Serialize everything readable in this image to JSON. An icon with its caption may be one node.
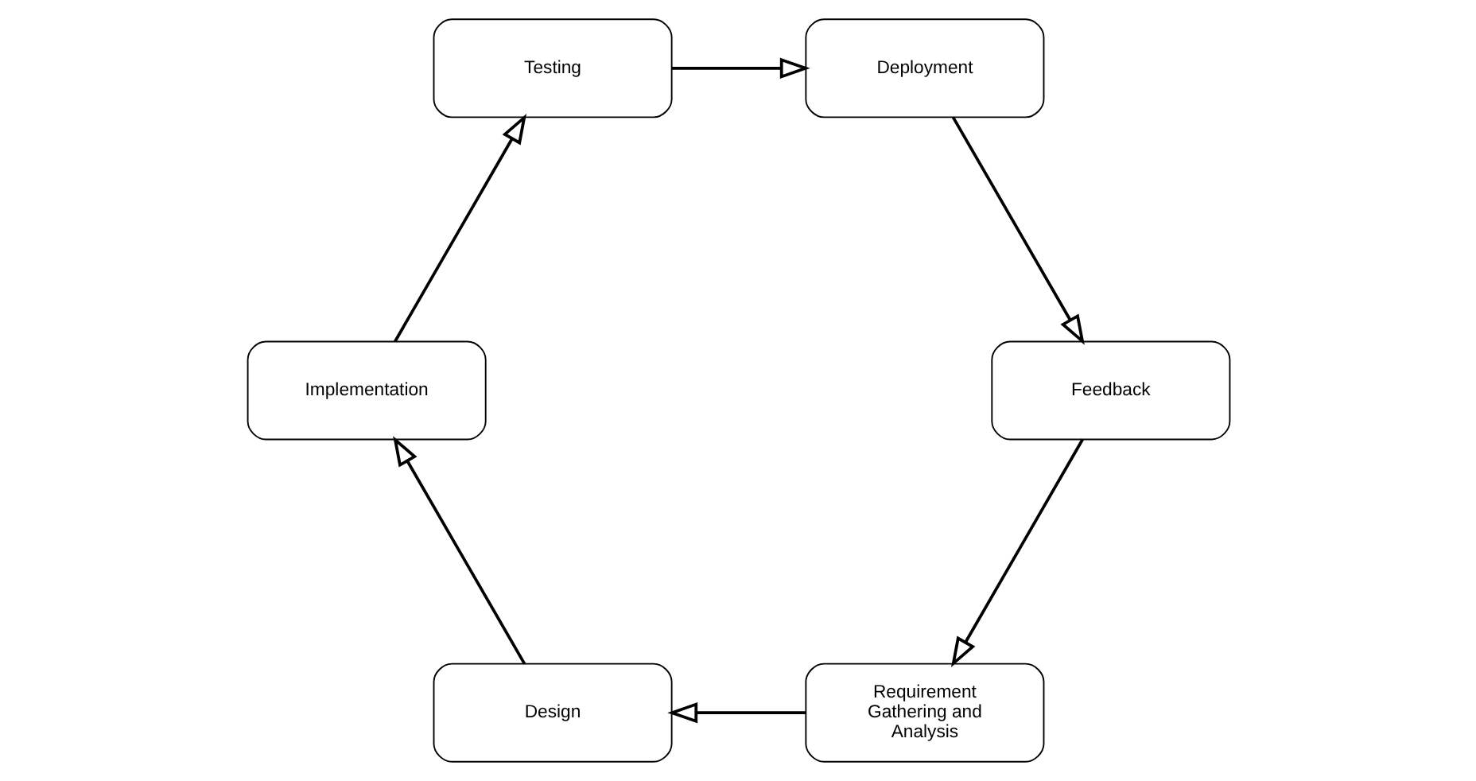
{
  "diagram": {
    "nodes": [
      {
        "text": [
          "Requirement Gathering and Analysis"
        ]
      },
      {
        "text": [
          "Design"
        ]
      },
      {
        "text": [
          "Implementation"
        ]
      },
      {
        "text": [
          "Testing"
        ]
      },
      {
        "text": [
          "Deployment"
        ]
      },
      {
        "text": [
          "Feedback"
        ]
      }
    ],
    "edges": [
      {
        "from": 0,
        "to": 1,
        "arrow": "to"
      },
      {
        "from": 1,
        "to": 2,
        "arrow": "to"
      },
      {
        "from": 2,
        "to": 3,
        "arrow": "to"
      },
      {
        "from": 3,
        "to": 4,
        "arrow": "to"
      },
      {
        "from": 4,
        "to": 5,
        "arrow": "to"
      },
      {
        "from": 5,
        "to": 0,
        "arrow": "to"
      }
    ]
  }
}
